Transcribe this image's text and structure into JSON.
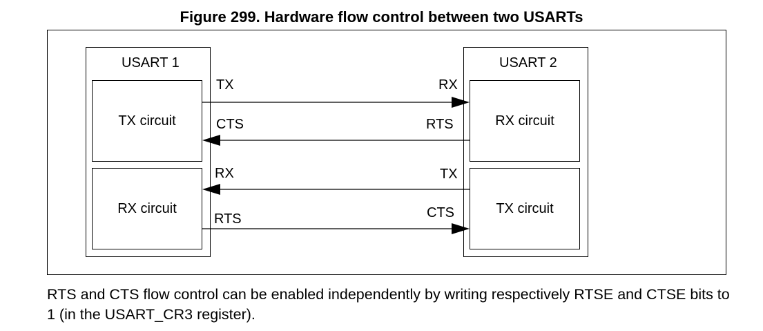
{
  "figure_title": "Figure 299. Hardware flow control between two USARTs",
  "usart1": {
    "label": "USART 1",
    "top_circuit": "TX circuit",
    "bottom_circuit": "RX circuit"
  },
  "usart2": {
    "label": "USART 2",
    "top_circuit": "RX circuit",
    "bottom_circuit": "TX circuit"
  },
  "signals": {
    "u1_tx": "TX",
    "u1_cts": "CTS",
    "u1_rx": "RX",
    "u1_rts": "RTS",
    "u2_rx": "RX",
    "u2_rts": "RTS",
    "u2_tx": "TX",
    "u2_cts": "CTS"
  },
  "body_text": "RTS and CTS flow control can be enabled independently by writing respectively RTSE and CTSE bits to 1 (in the USART_CR3 register)."
}
